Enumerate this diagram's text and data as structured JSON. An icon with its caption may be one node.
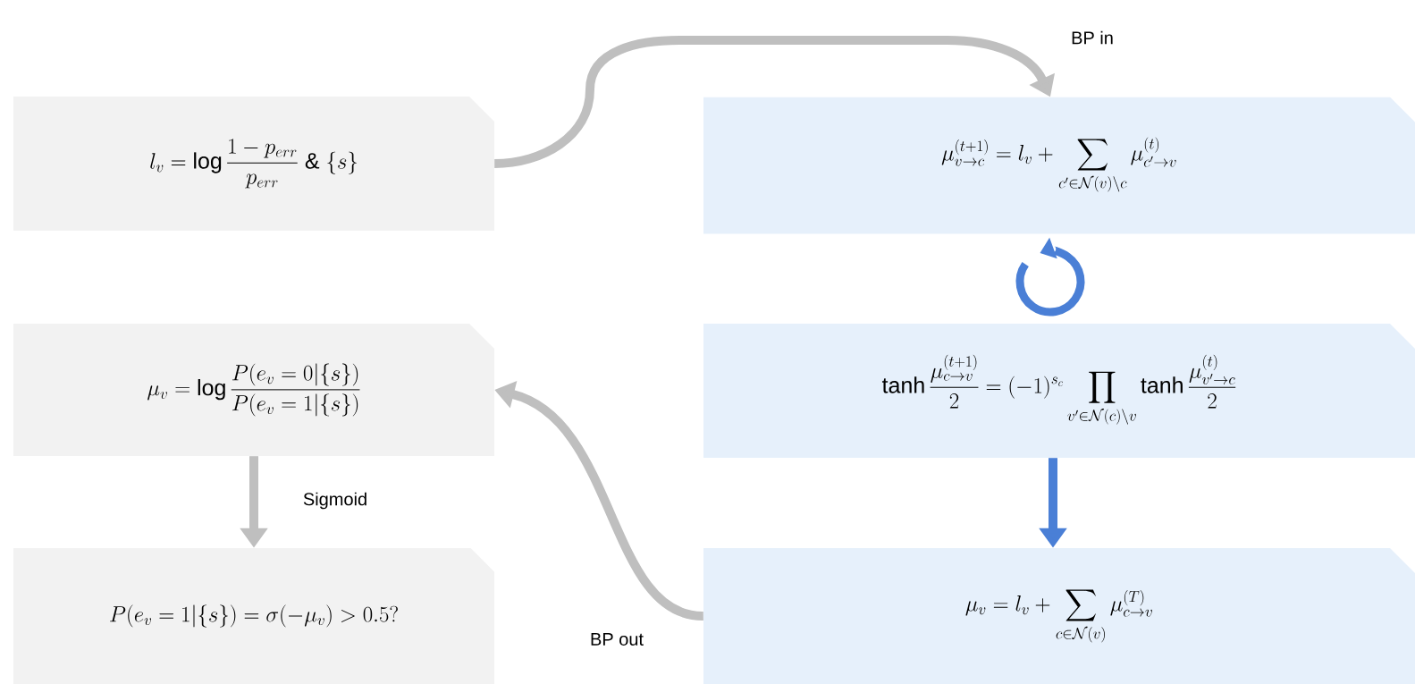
{
  "diagram": {
    "nodes": [
      {
        "text": [
          "l_v = \\log\\frac{1-p_{err}}{p_{err}}\\ \\&\\ \\{s\\}"
        ]
      },
      {
        "text": [
          "\\mu_v = \\log\\frac{P(e_v=0|\\{s\\})}{P(e_v=1|\\{s\\})}"
        ]
      },
      {
        "text": [
          "P(e_v=1|\\{s\\}) = \\sigma(-\\mu_v) > 0.5?"
        ]
      },
      {
        "text": [
          "\\mu_{v\\to c}^{(t+1)} = l_v + \\sum_{c'\\in\\mathcal{N}(v)\\setminus c}\\mu_{c'\\to v}^{(t)}"
        ]
      },
      {
        "text": [
          "\\tanh\\frac{\\mu_{c\\to v}^{(t+1)}}{2} = (-1)^{s_c}\\prod_{v'\\in\\mathcal{N}(c)\\setminus v}\\tanh\\frac{\\mu_{v'\\to c}^{(t)}}{2}"
        ]
      },
      {
        "text": [
          "\\mu_v = l_v + \\sum_{c\\in\\mathcal{N}(v)}\\mu_{c\\to v}^{(T)}"
        ]
      }
    ],
    "edges": [
      {
        "from": 0,
        "to": 3,
        "arrow": "to",
        "label": "BP in"
      },
      {
        "from": 4,
        "to": 5,
        "arrow": "to",
        "color": "#4a7fd6"
      },
      {
        "from": 5,
        "to": 1,
        "arrow": "to",
        "label": "BP out"
      },
      {
        "from": 1,
        "to": 2,
        "arrow": "to",
        "label": "Sigmoid"
      }
    ]
  }
}
